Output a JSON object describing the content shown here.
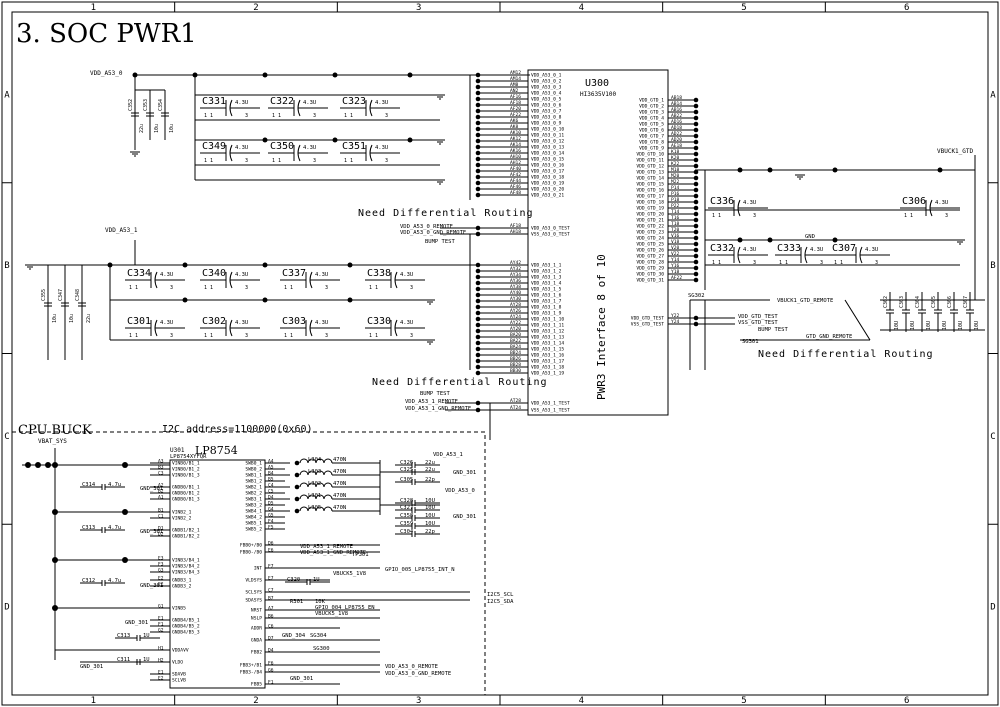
{
  "title": "3. SOC PWR1",
  "grid": {
    "cols": [
      "1",
      "2",
      "3",
      "4",
      "5",
      "6"
    ],
    "rows": [
      "A",
      "B",
      "C",
      "D"
    ]
  },
  "nets": {
    "vdd_a53_0": "VDD_A53_0",
    "vdd_a53_1": "VDD_A53_1",
    "vbuck1_gtd": "VBUCK1_GTD",
    "vbat_sys": "VBAT_SYS",
    "gnd": "GND"
  },
  "routing_notes": {
    "top": "Need Differential Routing",
    "middle": "Need Differential Routing",
    "right": "Need Differential Routing"
  },
  "u300": {
    "ref": "U300",
    "part": "HI3635V100",
    "section": "PWR3 Interface 8 of 10",
    "left_top_pins": [
      "AM12",
      "AM14",
      "AM8",
      "AN2",
      "AF16",
      "AF18",
      "AF20",
      "AF22",
      "AK6",
      "AK8",
      "AK10",
      "AK12",
      "AK14",
      "AK16",
      "AH10",
      "AH12",
      "AF40",
      "AF42",
      "AF44",
      "AF46",
      "AF48"
    ],
    "left_top_nets": [
      "VDD_A53_0_1",
      "VDD_A53_0_2",
      "VDD_A53_0_3",
      "VDD_A53_0_4",
      "VDD_A53_0_5",
      "VDD_A53_0_6",
      "VDD_A53_0_7",
      "VDD_A53_0_8",
      "VDD_A53_0_9",
      "VDD_A53_0_10",
      "VDD_A53_0_11",
      "VDD_A53_0_12",
      "VDD_A53_0_13",
      "VDD_A53_0_14",
      "VDD_A53_0_15",
      "VDD_A53_0_16",
      "VDD_A53_0_17",
      "VDD_A53_0_18",
      "VDD_A53_0_19",
      "VDD_A53_0_20",
      "VDD_A53_0_21"
    ],
    "left_test0_pins": [
      "AF18",
      "AH18"
    ],
    "left_test0_nets": [
      "VDD_A53_0_TEST",
      "VSS_A53_0_TEST"
    ],
    "left_mid_pins": [
      "AY42",
      "AY32",
      "AY34",
      "AY36",
      "AY38",
      "AY40",
      "AY30",
      "AY28",
      "AY26",
      "AY24",
      "AY22",
      "AY20",
      "BA20",
      "BA22",
      "BA24",
      "BB24",
      "BB26",
      "BB28",
      "BB30"
    ],
    "left_mid_nets": [
      "VDD_A53_1_1",
      "VDD_A53_1_2",
      "VDD_A53_1_3",
      "VDD_A53_1_4",
      "VDD_A53_1_5",
      "VDD_A53_1_6",
      "VDD_A53_1_7",
      "VDD_A53_1_8",
      "VDD_A53_1_9",
      "VDD_A53_1_10",
      "VDD_A53_1_11",
      "VDD_A53_1_12",
      "VDD_A53_1_13",
      "VDD_A53_1_14",
      "VDD_A53_1_15",
      "VDD_A53_1_16",
      "VDD_A53_1_17",
      "VDD_A53_1_18",
      "VDD_A53_1_19"
    ],
    "left_test1_pins": [
      "AT28",
      "AT24"
    ],
    "left_test1_nets": [
      "VDD_A53_1_TEST",
      "VSS_A53_1_TEST"
    ],
    "right_pins": [
      "AB18",
      "AB14",
      "AB16",
      "AB22",
      "AD16",
      "AD18",
      "AD22",
      "AD20",
      "AE18",
      "K18",
      "K20",
      "K22",
      "M18",
      "M20",
      "M22",
      "P14",
      "P16",
      "P18",
      "P22",
      "T14",
      "T16",
      "T18",
      "T20",
      "V16",
      "V18",
      "V20",
      "V22",
      "Y14",
      "Y16",
      "Y18",
      "AF22"
    ],
    "right_nets": [
      "VDD_GTD_1",
      "VDD_GTD_2",
      "VDD_GTD_3",
      "VDD_GTD_4",
      "VDD_GTD_5",
      "VDD_GTD_6",
      "VDD_GTD_7",
      "VDD_GTD_8",
      "VDD_GTD_9",
      "VDD_GTD_10",
      "VDD_GTD_11",
      "VDD_GTD_12",
      "VDD_GTD_13",
      "VDD_GTD_14",
      "VDD_GTD_15",
      "VDD_GTD_16",
      "VDD_GTD_17",
      "VDD_GTD_18",
      "VDD_GTD_19",
      "VDD_GTD_20",
      "VDD_GTD_21",
      "VDD_GTD_22",
      "VDD_GTD_23",
      "VDD_GTD_24",
      "VDD_GTD_25",
      "VDD_GTD_26",
      "VDD_GTD_27",
      "VDD_GTD_28",
      "VDD_GTD_29",
      "VDD_GTD_30",
      "VDD_GTD_31"
    ],
    "right_test_pins": [
      "Y22",
      "Y24"
    ],
    "right_test_nets": [
      "VDD_GTD_TEST",
      "VSS_GTD_TEST"
    ]
  },
  "caps_a53_0": {
    "row1": [
      {
        "ref": "C331",
        "value": "4.3U"
      },
      {
        "ref": "C322",
        "value": "4.3U"
      },
      {
        "ref": "C323",
        "value": "4.3U"
      }
    ],
    "row2": [
      {
        "ref": "C349",
        "value": "4.3U"
      },
      {
        "ref": "C350",
        "value": "4.3U"
      },
      {
        "ref": "C351",
        "value": "4.3U"
      }
    ],
    "bulk": [
      {
        "ref": "C352",
        "value": "22u"
      },
      {
        "ref": "C353",
        "value": "10u"
      },
      {
        "ref": "C354",
        "value": "10u"
      }
    ]
  },
  "caps_a53_1": {
    "row1": [
      {
        "ref": "C334",
        "value": "4.3U"
      },
      {
        "ref": "C340",
        "value": "4.3U"
      },
      {
        "ref": "C337",
        "value": "4.3U"
      },
      {
        "ref": "C338",
        "value": "4.3U"
      }
    ],
    "row2": [
      {
        "ref": "C301",
        "value": "4.3U"
      },
      {
        "ref": "C302",
        "value": "4.3U"
      },
      {
        "ref": "C303",
        "value": "4.3U"
      },
      {
        "ref": "C330",
        "value": "4.3U"
      }
    ],
    "bulk": [
      {
        "ref": "C355",
        "value": "10u"
      },
      {
        "ref": "C347",
        "value": "10u"
      },
      {
        "ref": "C348",
        "value": "22u"
      }
    ]
  },
  "caps_gtd": {
    "row1": [
      {
        "ref": "C336",
        "value": "4.3U"
      },
      {
        "ref": "C306",
        "value": "4.3U"
      }
    ],
    "row2": [
      {
        "ref": "C332",
        "value": "4.3U"
      },
      {
        "ref": "C333",
        "value": "4.3U"
      },
      {
        "ref": "C307",
        "value": "4.3U"
      }
    ],
    "bulk": [
      "C362",
      "C363",
      "C364",
      "C365",
      "C366",
      "C367"
    ],
    "bulk_values": [
      "10U",
      "10U",
      "10U",
      "10U",
      "10U",
      "10U"
    ]
  },
  "test_labels": {
    "a53_0_remote": "VDD_A53_0_REMOTE",
    "a53_0_gnd_remote": "VDD_A53_0_GND_REMOTE",
    "bump_test_0": "BUMP TEST",
    "a53_1_remote": "VDD_A53_1_REMOTE",
    "a53_1_gnd_remote": "VDD_A53_1_GND_REMOTE",
    "bump_test_1": "BUMP TEST",
    "gtd_remote": "VBUCK1_GTD_REMOTE",
    "gtd_test": "VDD_GTD_TEST",
    "gtd_vss_test": "VSS_GTD_TEST",
    "gtd_gnd_remote": "GTD_GND_REMOTE",
    "bump_test_2": "BUMP TEST",
    "sg302": "SG302",
    "sg301": "SG301",
    "gnd": "GND"
  },
  "cpu_buck": {
    "section_title": "CPU BUCK",
    "i2c_note": "I2C address=1100000(0x60)",
    "ref": "U301",
    "part": "LP8754",
    "part_no": "LP8754XYFQR",
    "left_pins": [
      {
        "pin": "A3",
        "name": "VINB0/B1_1"
      },
      {
        "pin": "B3",
        "name": "VINB0/B1_2"
      },
      {
        "pin": "C3",
        "name": "VINB0/B1_3"
      },
      {
        "pin": "A2",
        "name": "GNDB0/B1_1"
      },
      {
        "pin": "B2",
        "name": "GNDB0/B1_2"
      },
      {
        "pin": "A1",
        "name": "GNDB0/B1_3"
      },
      {
        "pin": "B1",
        "name": "VINB2_1"
      },
      {
        "pin": "C1",
        "name": "VINB2_2"
      },
      {
        "pin": "D1",
        "name": "GNDB1/B2_1"
      },
      {
        "pin": "D2",
        "name": "GNDB1/B2_2"
      },
      {
        "pin": "E3",
        "name": "VINB3/B4_1"
      },
      {
        "pin": "F3",
        "name": "VINB3/B4_2"
      },
      {
        "pin": "G3",
        "name": "VINB3/B4_3"
      },
      {
        "pin": "E2",
        "name": "GNDB3_1"
      },
      {
        "pin": "F2",
        "name": "GNDB3_2"
      },
      {
        "pin": "G1",
        "name": "VINB5"
      },
      {
        "pin": "E1",
        "name": "GNDB4/B5_1"
      },
      {
        "pin": "F1",
        "name": "GNDB4/B5_2"
      },
      {
        "pin": "G2",
        "name": "GNDB4/B5_3"
      },
      {
        "pin": "H1",
        "name": "VDDAVV"
      },
      {
        "pin": "H2",
        "name": "VLDO"
      },
      {
        "pin": "E1",
        "name": "SDAVB"
      },
      {
        "pin": "E2",
        "name": "SCLVB"
      }
    ],
    "right_pins": [
      {
        "pin": "A4",
        "name": "SWB0_1"
      },
      {
        "pin": "A5",
        "name": "SWB0_2"
      },
      {
        "pin": "B4",
        "name": "SWB1_1"
      },
      {
        "pin": "B5",
        "name": "SWB1_2"
      },
      {
        "pin": "C4",
        "name": "SWB2_1"
      },
      {
        "pin": "C5",
        "name": "SWB2_2"
      },
      {
        "pin": "D4",
        "name": "SWB3_1"
      },
      {
        "pin": "D5",
        "name": "SWB3_2"
      },
      {
        "pin": "G4",
        "name": "SWB4_1"
      },
      {
        "pin": "G5",
        "name": "SWB4_2"
      },
      {
        "pin": "F4",
        "name": "SWB5_1"
      },
      {
        "pin": "F5",
        "name": "SWB5_2"
      },
      {
        "pin": "D6",
        "name": "FBB0+/B0"
      },
      {
        "pin": "E6",
        "name": "FBB0-/B0"
      },
      {
        "pin": "F7",
        "name": "INT"
      },
      {
        "pin": "E7",
        "name": "VLDSYS"
      },
      {
        "pin": "C7",
        "name": "SCLSYS"
      },
      {
        "pin": "B7",
        "name": "SDASYS"
      },
      {
        "pin": "A7",
        "name": "NRST"
      },
      {
        "pin": "B6",
        "name": "NSLP"
      },
      {
        "pin": "C6",
        "name": "ADDR"
      },
      {
        "pin": "D7",
        "name": "GNDA"
      },
      {
        "pin": "D4",
        "name": "FBB2"
      },
      {
        "pin": "F6",
        "name": "FBB3+/B1"
      },
      {
        "pin": "G6",
        "name": "FBB3-/B4"
      },
      {
        "pin": "F1",
        "name": "FBB5"
      }
    ],
    "inductors": [
      {
        "ref": "L304",
        "value": "470N"
      },
      {
        "ref": "L303",
        "value": "470N"
      },
      {
        "ref": "L302",
        "value": "470N"
      },
      {
        "ref": "L301",
        "value": "470N"
      },
      {
        "ref": "L305",
        "value": "470N"
      }
    ],
    "out_caps": [
      {
        "ref": "C326",
        "value": "22u"
      },
      {
        "ref": "C325",
        "value": "22u"
      },
      {
        "ref": "C305",
        "value": "22p"
      },
      {
        "ref": "C328",
        "value": "10U"
      },
      {
        "ref": "C327",
        "value": "10U"
      },
      {
        "ref": "C358",
        "value": "10U"
      },
      {
        "ref": "C359",
        "value": "10U"
      },
      {
        "ref": "C304",
        "value": "22p"
      }
    ],
    "in_caps": [
      {
        "ref": "C314",
        "value": "4.7u"
      },
      {
        "ref": "C313",
        "value": "4.7u"
      },
      {
        "ref": "C312",
        "value": "4.7u"
      },
      {
        "ref": "C313",
        "value": "1U"
      },
      {
        "ref": "C311",
        "value": "1U"
      },
      {
        "ref": "C320",
        "value": "1U"
      }
    ],
    "nets": {
      "out_a53_1": "VDD_A53_1",
      "out_a53_0": "VDD_A53_0",
      "gnd301": "GND_301",
      "gnd301b": "GND_301",
      "gnd301c": "GND_301",
      "gnd301d": "GND_301",
      "gnd301e": "GND_301",
      "gnd301f": "GND_301",
      "gnd301g": "GND_301",
      "gnd301h": "GND_301",
      "gnd304": "GND_304",
      "remote1": "VDD_A53_1_REMOTE",
      "gnd_remote1": "VDD_A53_1_GND_REMOTE",
      "tp301": "TP301",
      "vbuck5": "VBUCK5_1V8",
      "gpio": "GPIO_005_LP8755_INT_N",
      "i2c_scl": "I2C5_SCL",
      "i2c_sda": "I2C5_SDA",
      "r301": "R301",
      "r301_val": "10K",
      "gpio004": "GPIO_004_LP8755_EN",
      "vbuck5b": "VBUCK5_1V8",
      "sg304": "SG304",
      "sg300": "SG300",
      "remote0": "VDD_A53_0_REMOTE",
      "gnd_remote0": "VDD_A53_0_GND_REMOTE",
      "vbat": "VBAT_SYS"
    }
  }
}
